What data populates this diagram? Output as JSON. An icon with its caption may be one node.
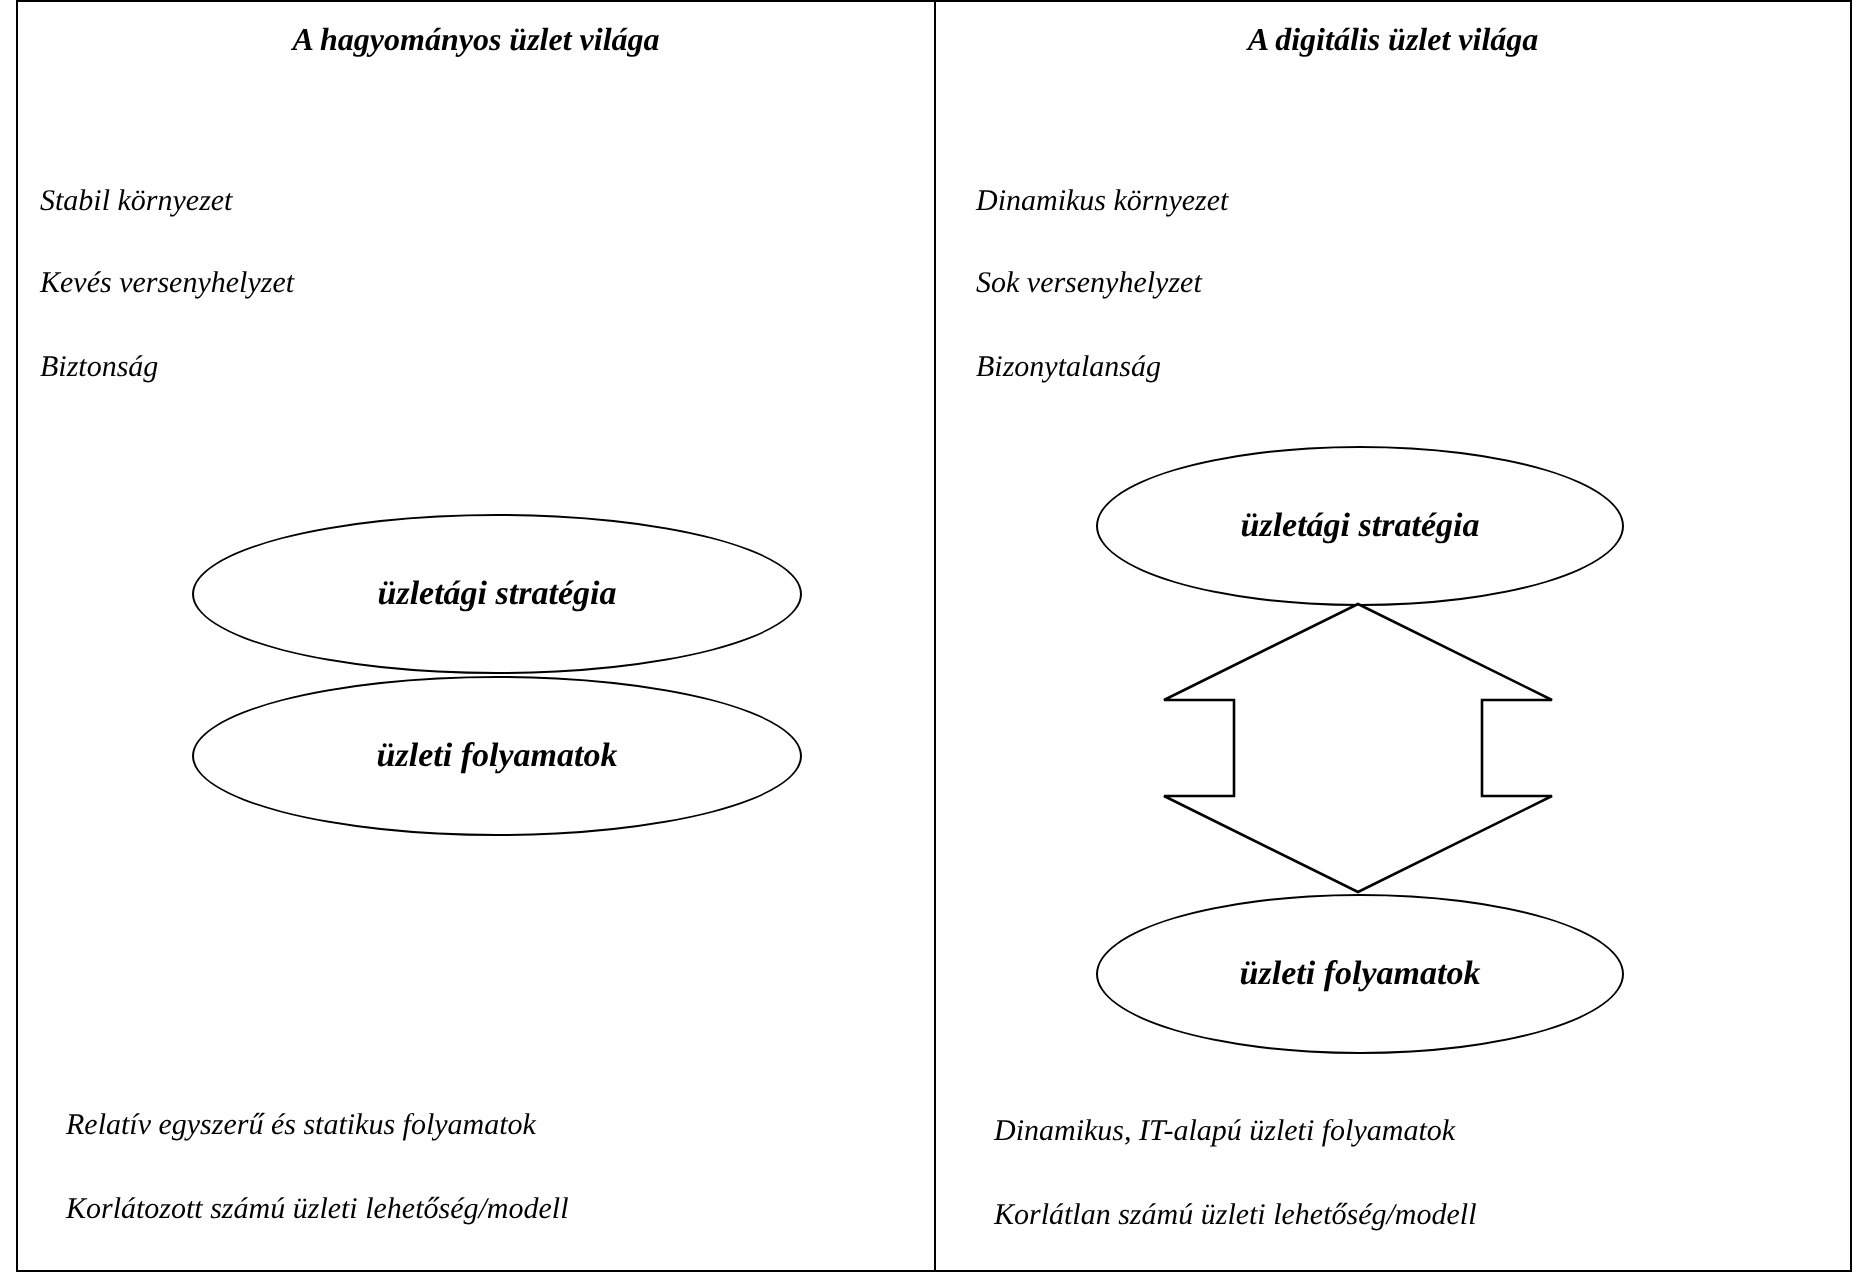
{
  "diagram": {
    "nodes": [
      {
        "text": [
          "A hagyományos üzlet világa"
        ]
      },
      {
        "text": [
          "üzletági stratégia"
        ],
        "in": 0
      },
      {
        "text": [
          "üzleti folyamatok"
        ],
        "in": 0
      },
      {
        "text": [
          "A digitális üzlet világa"
        ]
      },
      {
        "text": [
          "üzletági stratégia"
        ],
        "in": 3
      },
      {
        "text": [
          "üzleti folyamatok"
        ],
        "in": 3
      }
    ],
    "edges": [
      {
        "from": 4,
        "to": 5,
        "arrow": "both",
        "style": "thick"
      }
    ],
    "labels": [
      "Stabil környezet",
      "Kevés versenyhelyzet",
      "Biztonság",
      "Relatív egyszerű és statikus folyamatok",
      "Korlátozott számú üzleti lehetőség/modell",
      "Dinamikus környezet",
      "Sok versenyhelyzet",
      "Bizonytalanság",
      "Dinamikus, IT-alapú üzleti folyamatok",
      "Korlátlan számú üzleti lehetőség/modell"
    ]
  }
}
